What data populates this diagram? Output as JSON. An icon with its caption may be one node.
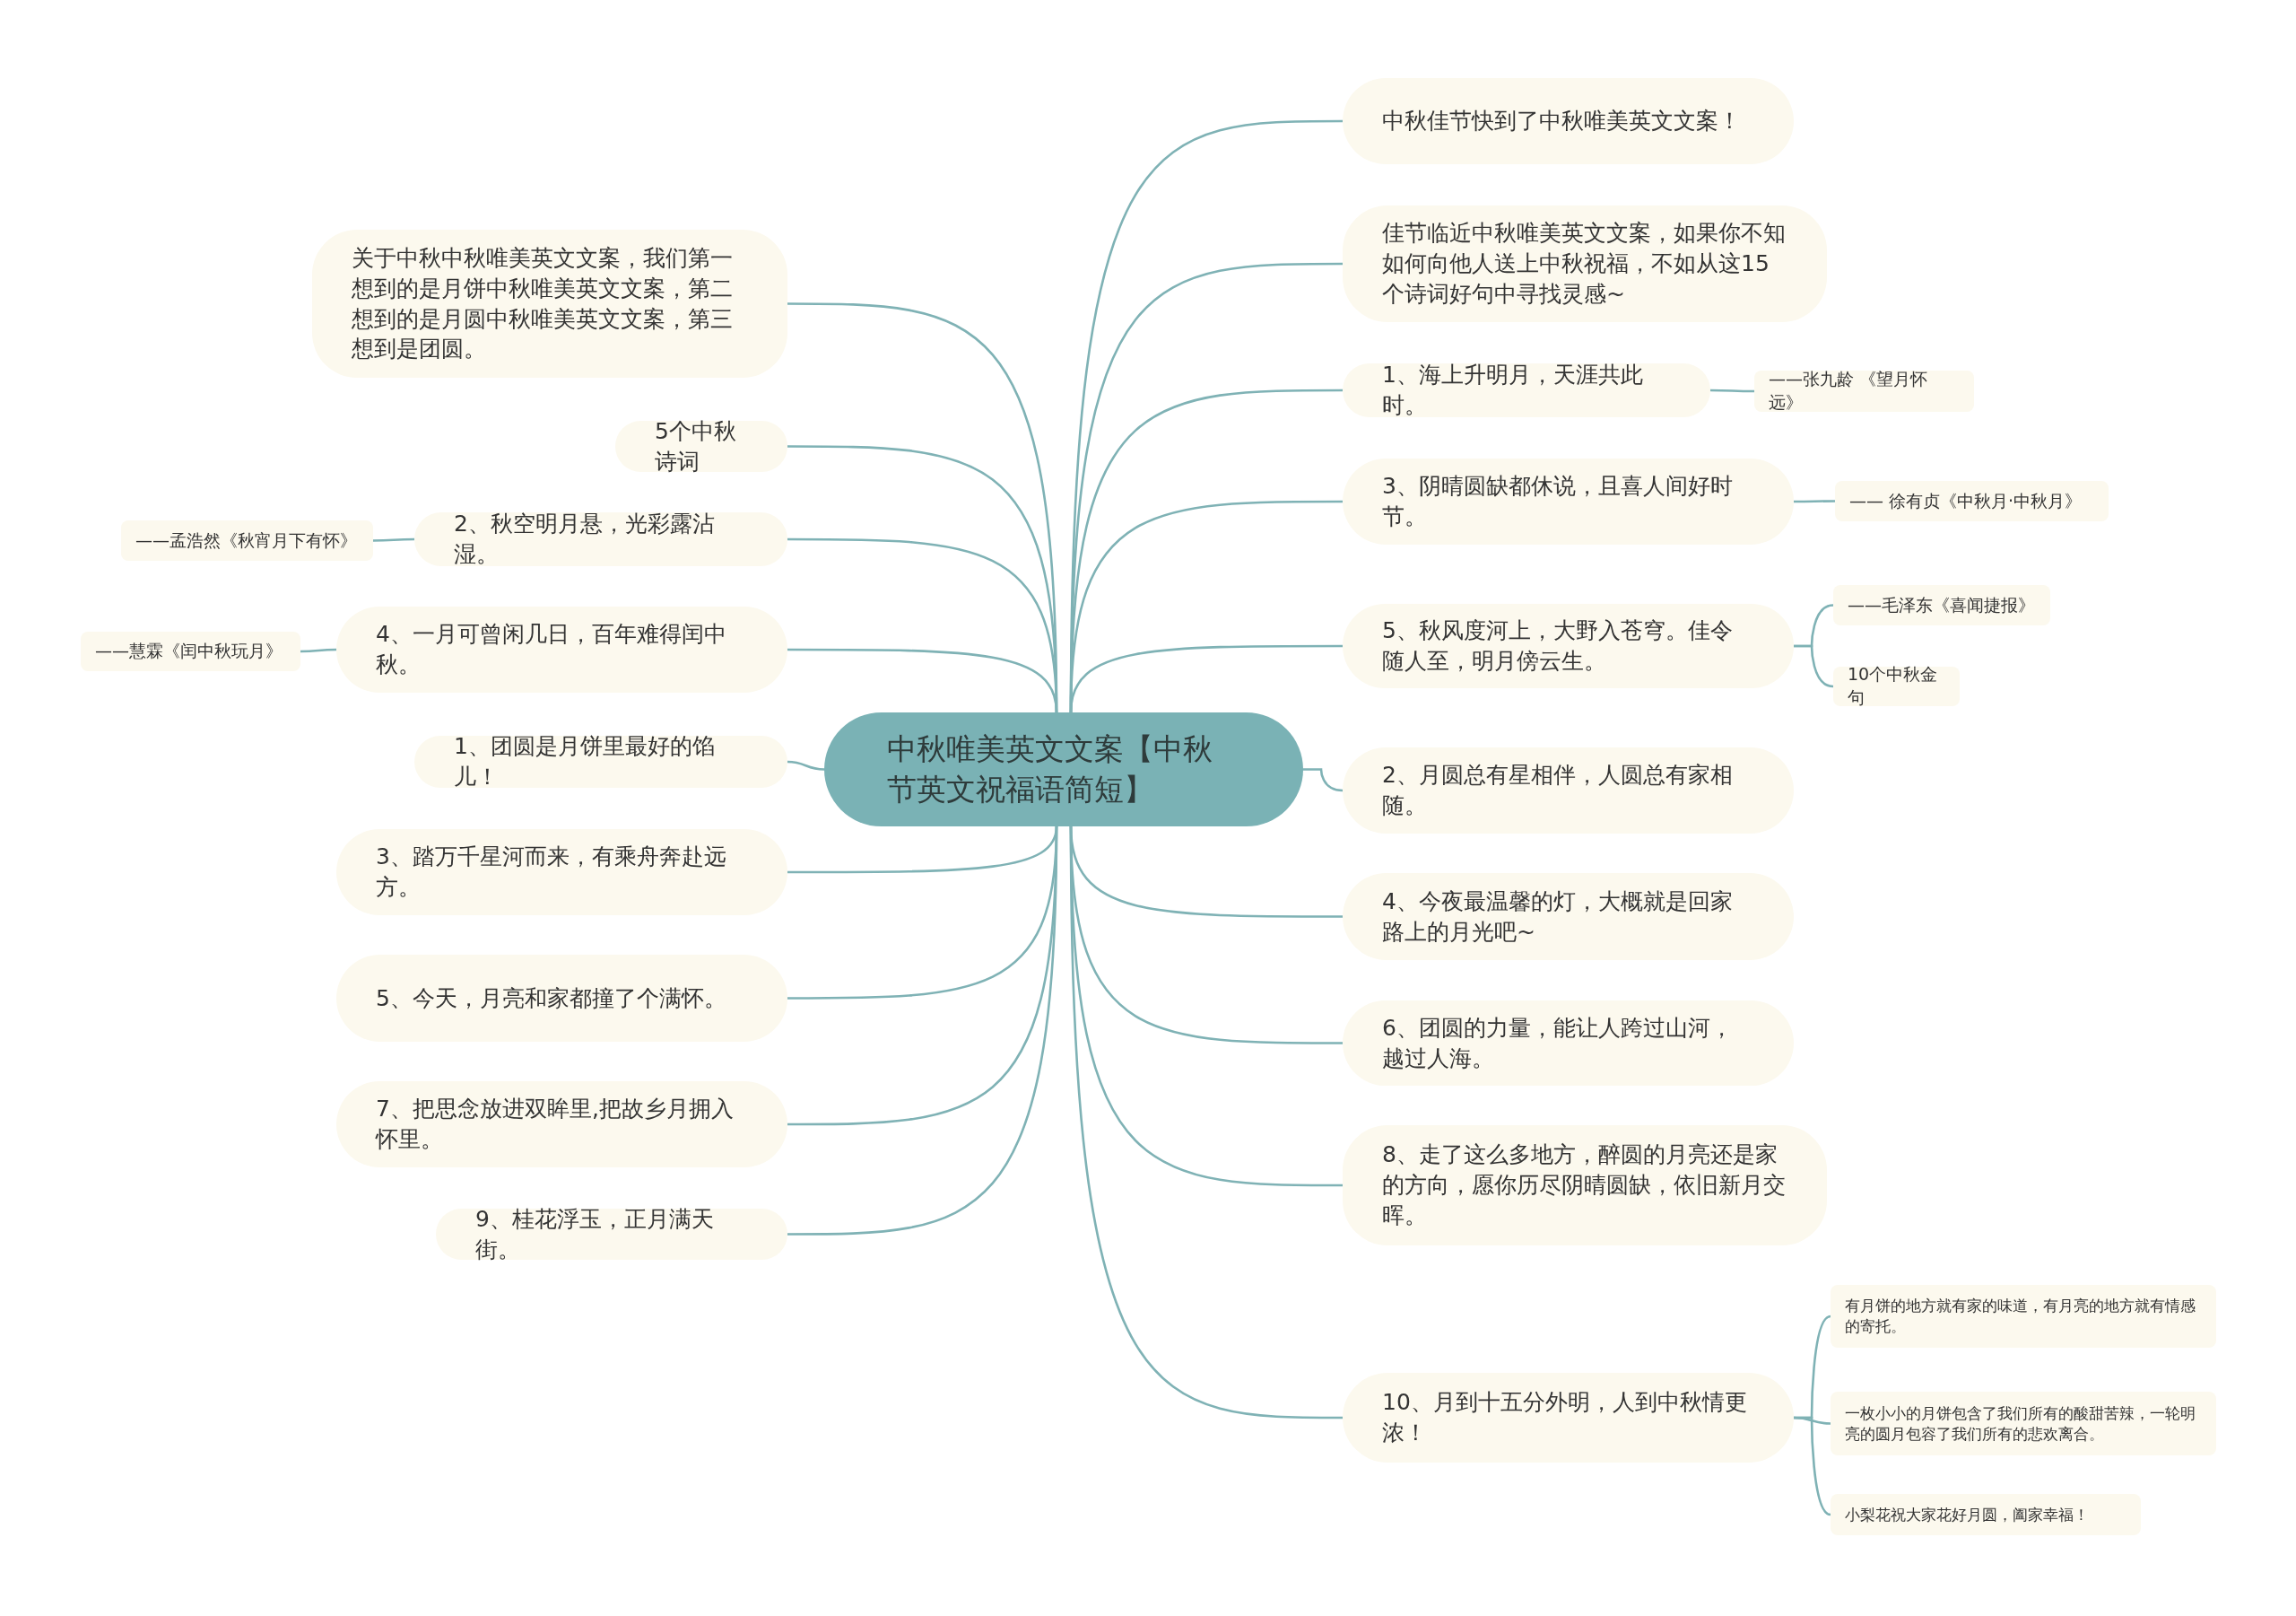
{
  "diagram": {
    "nodes": [
      {
        "text": [
          "中秋唯美英文文案【中秋节英文祝福语简短】"
        ]
      },
      {
        "text": [
          "关于中秋中秋唯美英文文案，我们第一想到的是月饼中秋唯美英文文案，第二想到的是月圆中秋唯美英文文案，第三想到是团圆。"
        ]
      },
      {
        "text": [
          "5个中秋诗词"
        ]
      },
      {
        "text": [
          "2、秋空明月悬，光彩露沾湿。"
        ]
      },
      {
        "text": [
          "——孟浩然《秋宵月下有怀》"
        ]
      },
      {
        "text": [
          "4、一月可曾闲几日，百年难得闰中秋。"
        ]
      },
      {
        "text": [
          "——慧霖《闰中秋玩月》"
        ]
      },
      {
        "text": [
          "1、团圆是月饼里最好的馅儿！"
        ]
      },
      {
        "text": [
          "3、踏万千星河而来，有乘舟奔赴远方。"
        ]
      },
      {
        "text": [
          "5、今天，月亮和家都撞了个满怀。"
        ]
      },
      {
        "text": [
          "7、把思念放进双眸里,把故乡月拥入怀里。"
        ]
      },
      {
        "text": [
          "9、桂花浮玉，正月满天街。"
        ]
      },
      {
        "text": [
          "中秋佳节快到了中秋唯美英文文案！"
        ]
      },
      {
        "text": [
          "佳节临近中秋唯美英文文案，如果你不知如何向他人送上中秋祝福，不如从这15个诗词好句中寻找灵感~"
        ]
      },
      {
        "text": [
          "1、海上升明月，天涯共此时。"
        ]
      },
      {
        "text": [
          "——张九龄 《望月怀远》"
        ]
      },
      {
        "text": [
          "3、阴晴圆缺都休说，且喜人间好时节。"
        ]
      },
      {
        "text": [
          "—— 徐有贞《中秋月·中秋月》"
        ]
      },
      {
        "text": [
          "5、秋风度河上，大野入苍穹。佳令随人至，明月傍云生。"
        ]
      },
      {
        "text": [
          "——毛泽东《喜闻捷报》"
        ]
      },
      {
        "text": [
          "10个中秋金句"
        ]
      },
      {
        "text": [
          "2、月圆总有星相伴，人圆总有家相随。"
        ]
      },
      {
        "text": [
          "4、今夜最温馨的灯，大概就是回家路上的月光吧~"
        ]
      },
      {
        "text": [
          "6、团圆的力量，能让人跨过山河，越过人海。"
        ]
      },
      {
        "text": [
          "8、走了这么多地方，醉圆的月亮还是家的方向，愿你历尽阴晴圆缺，依旧新月交晖。"
        ]
      },
      {
        "text": [
          "10、月到十五分外明，人到中秋情更浓！"
        ]
      },
      {
        "text": [
          "有月饼的地方就有家的味道，有月亮的地方就有情感的寄托。"
        ]
      },
      {
        "text": [
          "一枚小小的月饼包含了我们所有的酸甜苦辣，一轮明亮的圆月包容了我们所有的悲欢离合。"
        ]
      },
      {
        "text": [
          "小梨花祝大家花好月圆，阖家幸福！"
        ]
      }
    ],
    "edges": [
      {
        "from": 0,
        "to": 1,
        "arrow": "none"
      },
      {
        "from": 0,
        "to": 2,
        "arrow": "none"
      },
      {
        "from": 0,
        "to": 3,
        "arrow": "none"
      },
      {
        "from": 3,
        "to": 4,
        "arrow": "none"
      },
      {
        "from": 0,
        "to": 5,
        "arrow": "none"
      },
      {
        "from": 5,
        "to": 6,
        "arrow": "none"
      },
      {
        "from": 0,
        "to": 7,
        "arrow": "none"
      },
      {
        "from": 0,
        "to": 8,
        "arrow": "none"
      },
      {
        "from": 0,
        "to": 9,
        "arrow": "none"
      },
      {
        "from": 0,
        "to": 10,
        "arrow": "none"
      },
      {
        "from": 0,
        "to": 11,
        "arrow": "none"
      },
      {
        "from": 0,
        "to": 12,
        "arrow": "none"
      },
      {
        "from": 0,
        "to": 13,
        "arrow": "none"
      },
      {
        "from": 0,
        "to": 14,
        "arrow": "none"
      },
      {
        "from": 14,
        "to": 15,
        "arrow": "none"
      },
      {
        "from": 0,
        "to": 16,
        "arrow": "none"
      },
      {
        "from": 16,
        "to": 17,
        "arrow": "none"
      },
      {
        "from": 0,
        "to": 18,
        "arrow": "none"
      },
      {
        "from": 18,
        "to": 19,
        "arrow": "none"
      },
      {
        "from": 18,
        "to": 20,
        "arrow": "none"
      },
      {
        "from": 0,
        "to": 21,
        "arrow": "none"
      },
      {
        "from": 0,
        "to": 22,
        "arrow": "none"
      },
      {
        "from": 0,
        "to": 23,
        "arrow": "none"
      },
      {
        "from": 0,
        "to": 24,
        "arrow": "none"
      },
      {
        "from": 0,
        "to": 25,
        "arrow": "none"
      },
      {
        "from": 25,
        "to": 26,
        "arrow": "none"
      },
      {
        "from": 25,
        "to": 27,
        "arrow": "none"
      },
      {
        "from": 25,
        "to": 28,
        "arrow": "none"
      }
    ]
  }
}
